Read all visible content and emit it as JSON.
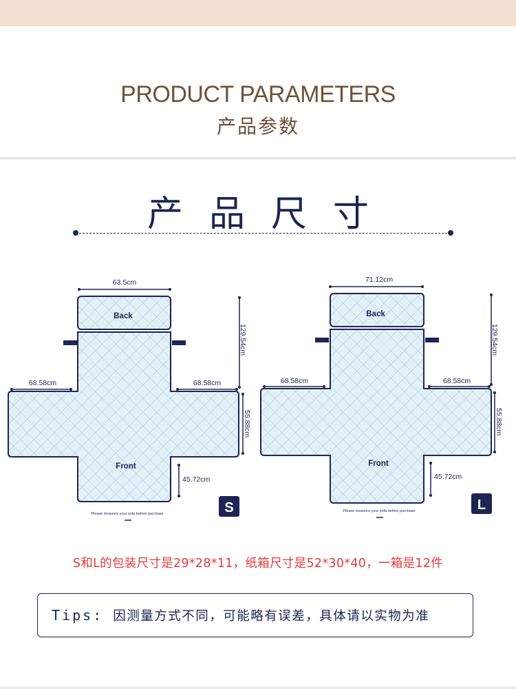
{
  "header": {
    "title_en": "PRODUCT PARAMETERS",
    "title_cn": "产品参数"
  },
  "section": {
    "title": "产品尺寸"
  },
  "diagrams": [
    {
      "size_badge": "S",
      "labels": {
        "back": "Back",
        "front": "Front",
        "top_width": "63.5cm",
        "arm_left": "68.58cm",
        "arm_right": "68.58cm",
        "height": "129.54cm",
        "arm_height": "55.88cm",
        "front_drop": "45.72cm",
        "note": "Please measure your sofa before purchase"
      }
    },
    {
      "size_badge": "L",
      "labels": {
        "back": "Back",
        "front": "Front",
        "top_width": "71.12cm",
        "arm_left": "68.58cm",
        "arm_right": "68.58cm",
        "height": "129.54cm",
        "arm_height": "55.88cm",
        "front_drop": "45.72cm",
        "note": "Please measure your sofa before purchase"
      }
    }
  ],
  "packing_note": "S和L的包装尺寸是29*28*11，纸箱尺寸是52*30*40，一箱是12件",
  "tips": {
    "label": "Tips:",
    "text": "因测量方式不同，可能略有误差，具体请以实物为准"
  },
  "colors": {
    "navy": "#1c2553",
    "brown": "#6e5137",
    "peach": "#f3dfcf",
    "fabric": "#e2f0f8",
    "red": "#e43a3a"
  }
}
